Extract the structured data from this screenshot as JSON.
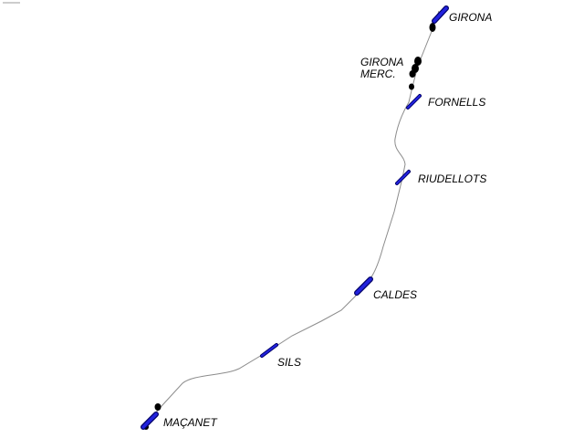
{
  "map": {
    "colors": {
      "track": "#8c8c8c",
      "platform": "#1a1acc",
      "platform_edge": "#000066",
      "vehicle": "#000000",
      "label": "#000000",
      "background": "#ffffff"
    },
    "stations": [
      {
        "id": "girona",
        "label": "GIRONA"
      },
      {
        "id": "girona-merc",
        "label": "GIRONA",
        "label_line2": "MERC."
      },
      {
        "id": "fornells",
        "label": "FORNELLS"
      },
      {
        "id": "riudellots",
        "label": "RIUDELLOTS"
      },
      {
        "id": "caldes",
        "label": "CALDES"
      },
      {
        "id": "sils",
        "label": "SILS"
      },
      {
        "id": "macanet",
        "label": "MAÇANET"
      }
    ],
    "vehicle_icon": "train-dot-icon",
    "platform_icon": "station-platform-icon"
  }
}
